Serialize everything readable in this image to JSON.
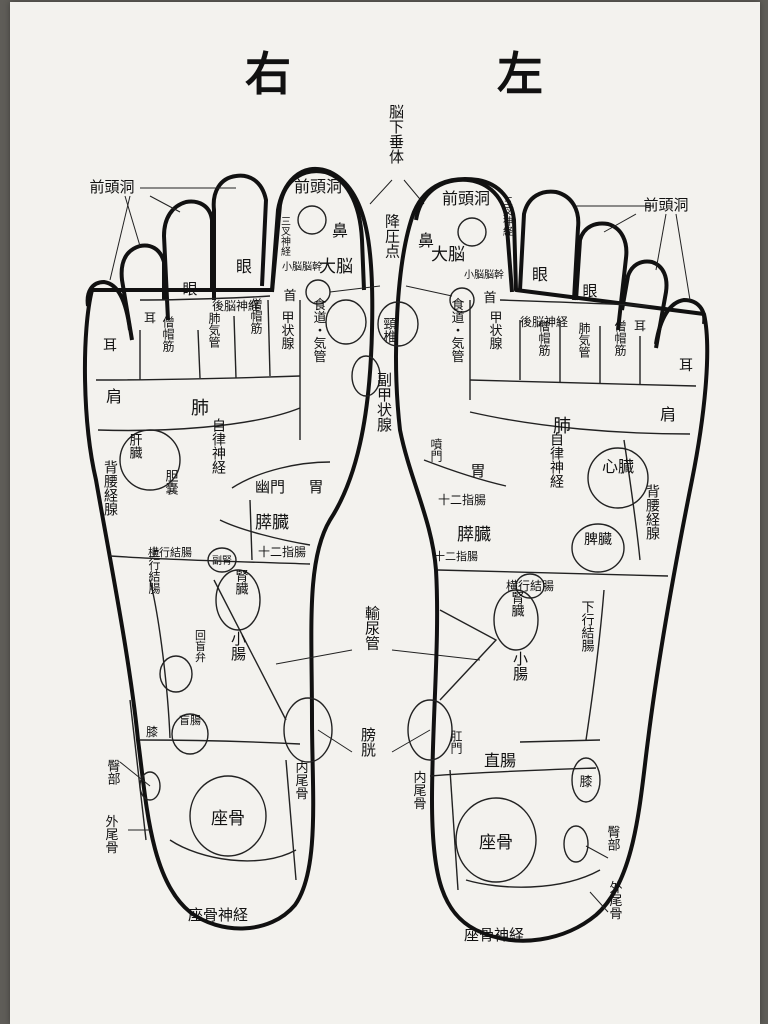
{
  "headings": {
    "right": "右",
    "left": "左"
  },
  "center_labels": {
    "pituitary": "脳下垂体",
    "bp_point": "降圧点",
    "parathyroid": "副甲状腺",
    "ureter": "輸尿管",
    "bladder": "膀胱"
  },
  "right_foot": {
    "frontal_sinus_outer": "前頭洞",
    "frontal_sinus_toe": "前頭洞",
    "trigeminal": "三叉神経",
    "nose": "鼻",
    "cerebrum": "大脳",
    "cerebellum_brainstem": "小脳脳幹",
    "neck": "首",
    "eye": "眼",
    "ear_toe": "耳",
    "back_brain_nerve": "後脳神経",
    "thyroid": "甲状腺",
    "esophagus_trachea": "食道・気管",
    "cervical": "頸椎",
    "trapezius_1": "僧帽筋",
    "trapezius_2": "僧帽筋",
    "lung_bronchi": "肺気管",
    "ear": "耳",
    "shoulder": "肩",
    "lung": "肺",
    "liver": "肝臓",
    "gallbladder": "胆嚢",
    "autonomic": "自律神経",
    "pylorus": "幽門",
    "stomach": "胃",
    "pancreas": "膵臓",
    "duodenum": "十二指腸",
    "back_waist": "背腰経腺",
    "transverse_colon": "横行結腸",
    "adrenal": "副腎",
    "kidney": "腎臓",
    "ascending_colon": "上行結腸",
    "ileocecal": "回盲弁",
    "appendix": "盲腸",
    "small_intestine": "小腸",
    "knee": "膝",
    "hip": "臀部",
    "coccyx_outer": "外尾骨",
    "coccyx_inner": "内尾骨",
    "sciatic_bone": "座骨",
    "sciatic_nerve": "座骨神経"
  },
  "left_foot": {
    "frontal_sinus_toe": "前頭洞",
    "frontal_sinus_outer": "前頭洞",
    "trigeminal": "三叉神経",
    "nose": "鼻",
    "cerebrum": "大脳",
    "cerebellum_brainstem": "小脳脳幹",
    "neck": "首",
    "eye": "眼",
    "ear_toe": "耳",
    "back_brain_nerve": "後脳神経",
    "thyroid": "甲状腺",
    "esophagus_trachea": "食道・気管",
    "cervical": "頸椎",
    "trapezius_1": "僧帽筋",
    "trapezius_2": "僧帽筋",
    "lung_bronchi": "肺気管",
    "ear": "耳",
    "shoulder": "肩",
    "lung": "肺",
    "heart": "心臓",
    "cardia": "噴門",
    "stomach": "胃",
    "duodenum": "十二指腸",
    "autonomic": "自律神経",
    "pancreas": "膵臓",
    "spleen": "脾臓",
    "back_waist": "背腰経腺",
    "duodenum_2": "十二指腸",
    "transverse_colon": "横行結腸",
    "adrenal": "副腎",
    "kidney": "腎臓",
    "descending_colon": "下行結腸",
    "small_intestine": "小腸",
    "anus": "肛門",
    "rectum": "直腸",
    "knee": "膝",
    "hip": "臀部",
    "coccyx_outer": "外尾骨",
    "coccyx_inner": "内尾骨",
    "sciatic_bone": "座骨",
    "sciatic_nerve": "座骨神経"
  }
}
